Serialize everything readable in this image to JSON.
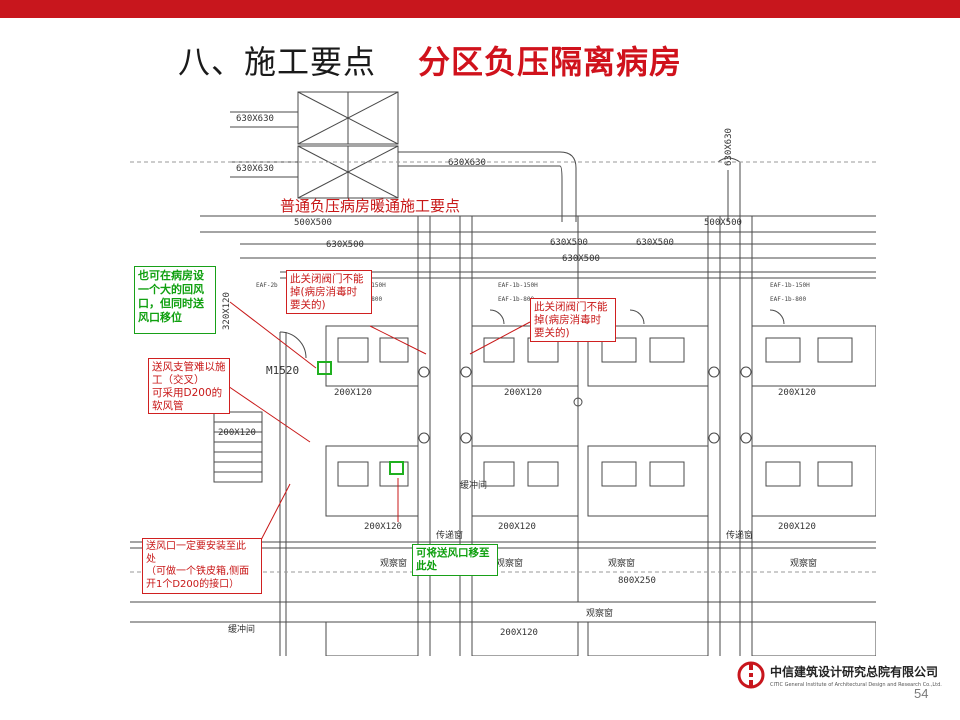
{
  "slide": {
    "title": "八、施工要点",
    "subtitle": "分区负压隔离病房",
    "page_number": "54"
  },
  "drawing": {
    "heading": "普通负压病房暖通施工要点",
    "duct_labels": {
      "d1": "630X630",
      "d2": "630X630",
      "d3": "630X630",
      "d4": "500X500",
      "d5": "630X500",
      "d6": "630X500",
      "d7": "630X500",
      "d8": "500X500",
      "d9": "630X500",
      "d10": "320X120",
      "d11": "200X120",
      "d12": "200X120",
      "d13": "200X120",
      "d14": "200X120",
      "d15": "200X120",
      "d16": "800X250",
      "d17": "200X120",
      "d18": "200X120",
      "d19": "630X630",
      "d20": "200X120"
    },
    "room_label": "M1520",
    "eaf_labels": {
      "e1": "EAF-1b-150H",
      "e2": "EAF-1b-800",
      "e3": "EAF-1b-150H",
      "e4": "EAF-1b-800",
      "e5": "EAF-1b-150H",
      "e6": "EAF-1b-800",
      "e7": "EAF-2b"
    },
    "observation_labels": {
      "o1": "观察窗",
      "o2": "观察窗",
      "o3": "观察窗",
      "o4": "观察窗",
      "o5": "观察窗",
      "o6": "传递窗",
      "o7": "传递窗",
      "o8": "缓冲间",
      "o9": "缓冲间"
    }
  },
  "notes": {
    "green_top": "也可在病房设\n一个大的回风\n口，但同时送\n风口移位",
    "valve_1": "此关闭阀门不能\n掉(病房消毒时\n要关的)",
    "valve_2": "此关闭阀门不能\n掉(病房消毒时\n要关的)",
    "branch_duct": "送风支管难以施\n工（交叉）\n可采用D200的\n软风管",
    "air_supply": "送风口一定要安装至此\n处\n（可做一个铁皮箱,侧面\n开1个D200的接口）",
    "move_supply": "可将送风口移至\n此处"
  },
  "footer": {
    "company_cn": "中信建筑设计研究总院有限公司",
    "company_en": "CITIC General Institute of Architectural Design and Research Co.,Ltd."
  },
  "colors": {
    "brand_red": "#c8161d",
    "note_red": "#c81818",
    "note_green": "#10a010",
    "line_gray": "#4a4a4a"
  }
}
